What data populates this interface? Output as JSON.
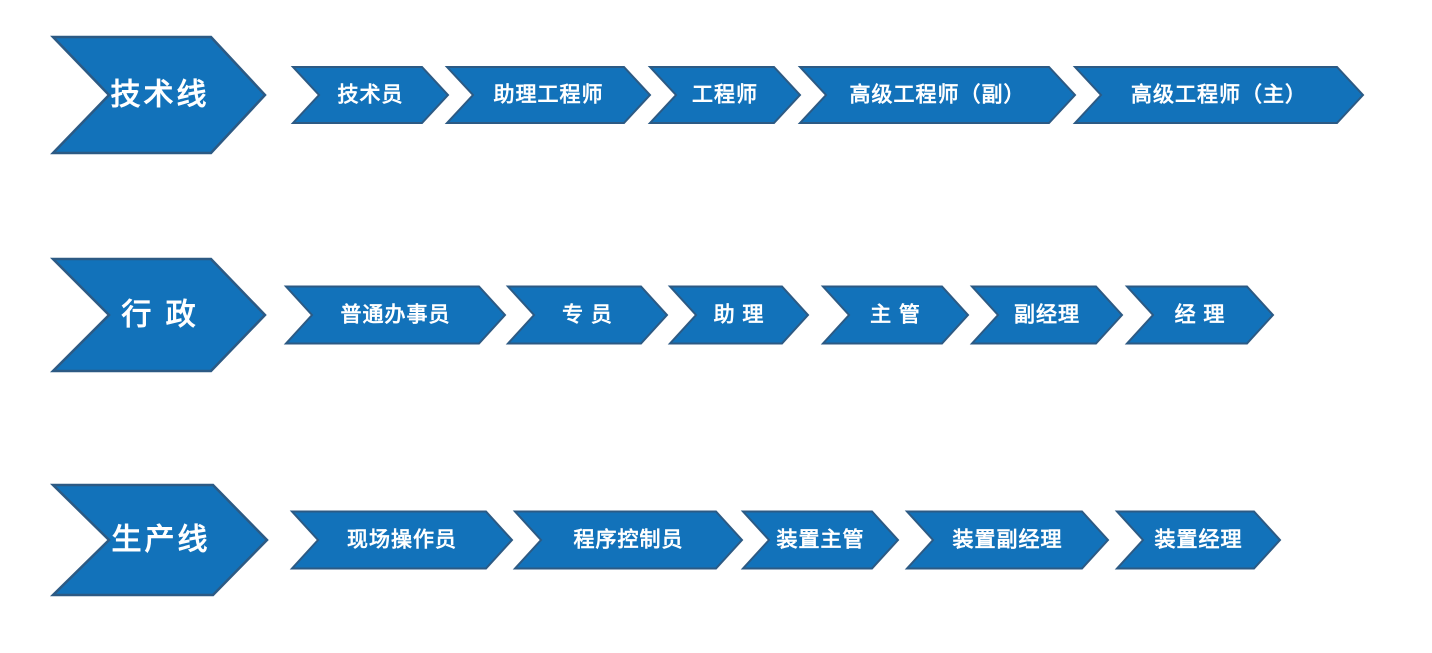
{
  "diagram": {
    "title": "career-ladder-chevron-diagram",
    "background_color": "#FFFFFF",
    "shape_fill_color": "#1272BA",
    "shape_border_color": "#2C5A84",
    "label_text_color": "#FFFFFF",
    "rows": [
      {
        "track_label": "技术线",
        "stages": [
          "技术员",
          "助理工程师",
          "工程师",
          "高级工程师（副）",
          "高级工程师（主）"
        ]
      },
      {
        "track_label": "行 政",
        "stages": [
          "普通办事员",
          "专 员",
          "助 理",
          "主 管",
          "副经理",
          "经 理"
        ]
      },
      {
        "track_label": "生产线",
        "stages": [
          "现场操作员",
          "程序控制员",
          "装置主管",
          "装置副经理",
          "装置经理"
        ]
      }
    ]
  }
}
